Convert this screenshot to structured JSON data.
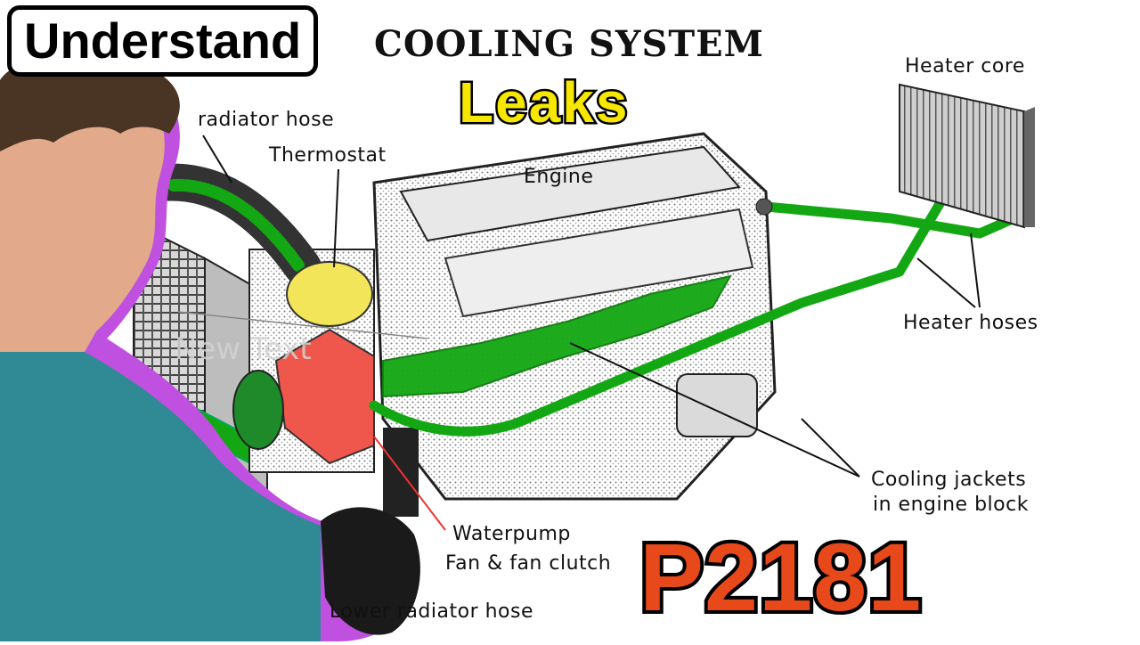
{
  "overlay": {
    "understand": "Understand",
    "leaks": "Leaks",
    "code": "P2181"
  },
  "diagram": {
    "title": "COOLING SYSTEM",
    "labels": {
      "radiator_hose": "radiator hose",
      "thermostat": "Thermostat",
      "engine": "Engine",
      "heater_core": "Heater core",
      "heater_hoses": "Heater hoses",
      "cooling_jackets_1": "Cooling jackets",
      "cooling_jackets_2": "in engine block",
      "waterpump": "Waterpump",
      "fan_clutch": "Fan & fan clutch",
      "lower_radiator_hose": "Lower radiator hose"
    },
    "watermark": "New Text"
  },
  "colors": {
    "coolant_green": "#13a813",
    "thermostat_yellow": "#f3e55a",
    "waterpump_red": "#f0574c",
    "person_outline": "#c050e0",
    "shirt": "#2f8a96"
  }
}
